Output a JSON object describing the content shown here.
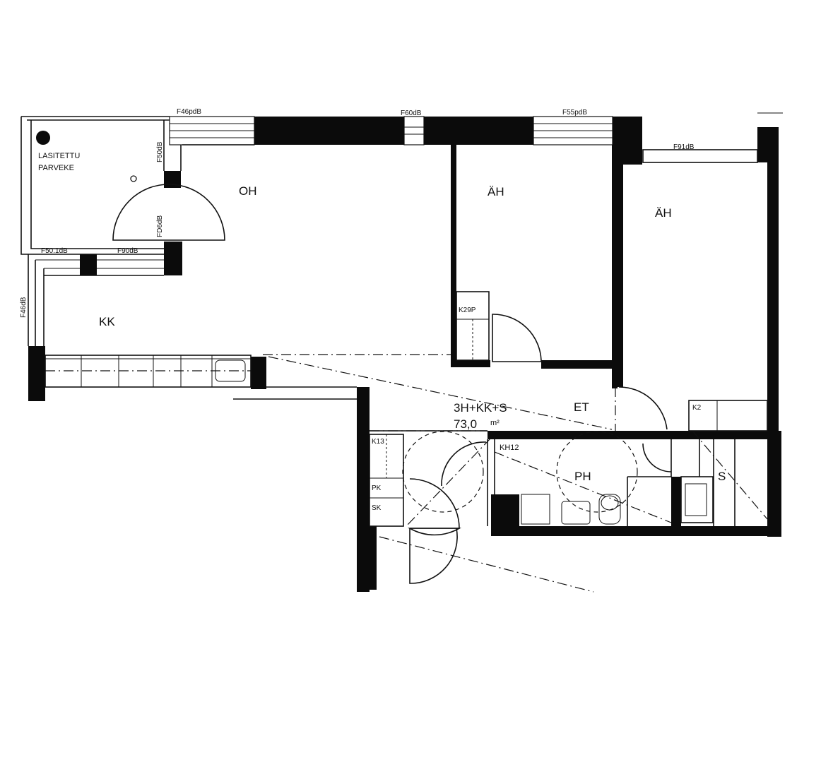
{
  "rooms": {
    "balcony_line1": "LASITETTU",
    "balcony_line2": "PARVEKE",
    "living": "OH",
    "bedroom1": "ÄH",
    "bedroom2": "ÄH",
    "kitchen": "KK",
    "hall": "ET",
    "bathroom": "PH",
    "sauna": "S"
  },
  "apartment": {
    "type": "3H+KK+S",
    "area": "73,0",
    "unit": "m²"
  },
  "acoustic_labels": {
    "top_left": "F46pdB",
    "top_mid": "F60dB",
    "top_right": "F55pdB",
    "bedroom2_window": "F91dB",
    "balcony_side": "F50dB",
    "balcony_door": "FD6dB",
    "balcony_bottom_left": "F50.1dB",
    "balcony_bottom_right": "F90dB",
    "kitchen_side": "F46dB"
  },
  "closets": {
    "k29p": "K29P",
    "k2": "K2",
    "k13": "K13",
    "kh12": "KH12",
    "pk": "PK",
    "sk": "SK"
  }
}
